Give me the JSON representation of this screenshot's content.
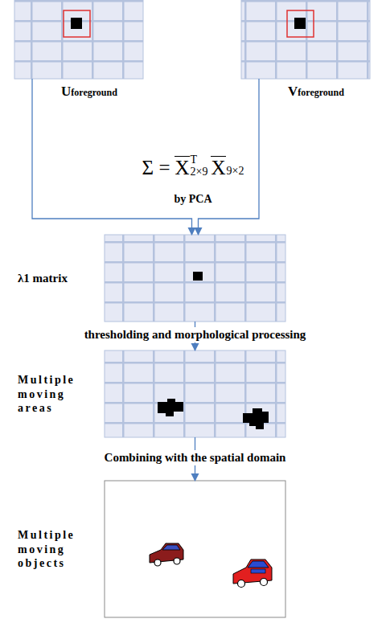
{
  "diagram": {
    "nodes": [
      {
        "text": [
          "Uforeground"
        ]
      },
      {
        "text": [
          "Vforeground"
        ]
      },
      {
        "text": [
          "λ1 matrix"
        ]
      },
      {
        "text": [
          "Multiple moving areas"
        ]
      },
      {
        "text": [
          "Multiple moving objects"
        ]
      }
    ],
    "edges": [
      {
        "from": 0,
        "to": 2,
        "arrow": "to"
      },
      {
        "from": 1,
        "to": 2,
        "arrow": "to"
      },
      {
        "from": 2,
        "to": 3,
        "label": "thresholding and morphological processing",
        "arrow": "to"
      },
      {
        "from": 3,
        "to": 4,
        "label": "Combining with the spatial domain",
        "arrow": "to"
      }
    ],
    "labels": [
      "Σ =",
      "X",
      "T",
      "2×9",
      "X",
      "9×2",
      "by PCA"
    ]
  }
}
